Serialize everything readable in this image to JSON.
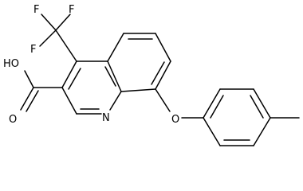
{
  "molecule": {
    "atoms": {
      "F1": "F",
      "F2": "F",
      "F3": "F",
      "OH": "HO",
      "O_carbonyl": "O",
      "N": "N",
      "O_ether": "O"
    }
  },
  "colors": {
    "bond": "#000000",
    "text": "#000000",
    "background": "#ffffff"
  }
}
